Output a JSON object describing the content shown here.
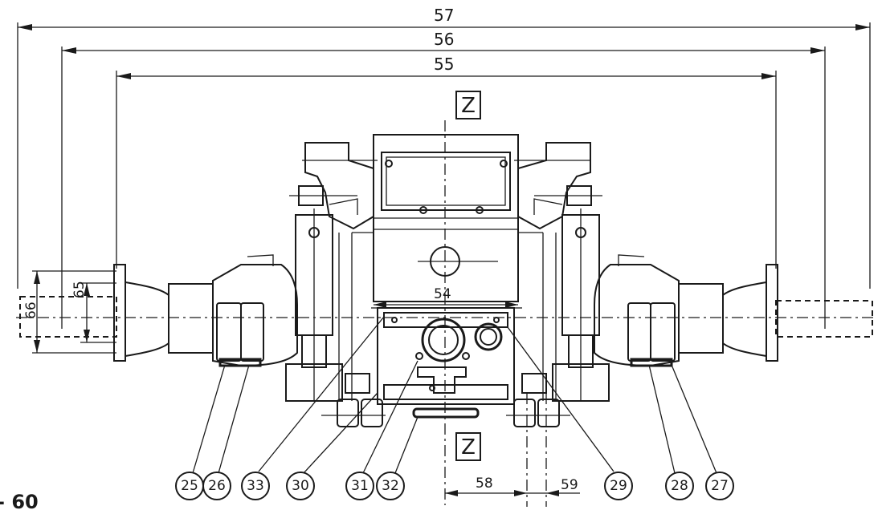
{
  "figure_label": "- 60",
  "section_marks": {
    "top": "Z",
    "bottom": "Z"
  },
  "dimensions": {
    "d57": "57",
    "d56": "56",
    "d55": "55",
    "d54": "54",
    "d58": "58",
    "d59": "59",
    "d66": "66",
    "d65": "65"
  },
  "callouts": [
    "25",
    "26",
    "33",
    "30",
    "31",
    "32",
    "29",
    "28",
    "27"
  ]
}
